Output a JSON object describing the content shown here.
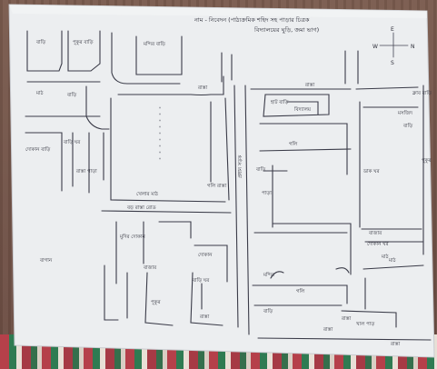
{
  "header": {
    "title_line1": "নাম - নিবেদন (পাঠ্যক্রমিক শহিদ সহ পাড়ার চিত্রক",
    "title_line2": "বিদ্যালয়ের ঘুড়ি, জমা ভাগ)"
  },
  "compass": {
    "north": "N",
    "south": "S",
    "east": "E",
    "west": "W"
  },
  "labels": {
    "top_left_block": "বাড়ি",
    "top_left_block_2": "পুকুর বাড়ি",
    "top_mid_block": "মন্দির বাড়ি",
    "top_center_street": "রাস্তা",
    "left_block_a": "মাঠ",
    "left_block_b": "বাড়ি",
    "left_side": "দোকান বাড়ি",
    "left_mid_house": "বাড়ি ঘর",
    "left_vertical_street": "রাস্তা পাড়া",
    "center_field": "খেলার মাঠ",
    "center_street_low": "বড় রাস্তা রোড",
    "center_street_mid": "গলি রাস্তা",
    "center_bottom_a": "মুদির দোকান",
    "center_bottom_b": "দোকান",
    "center_bottom_c": "বাজার",
    "center_bottom_d": "বাড়ি ঘর",
    "center_bottom_e": "পুকুর",
    "center_bottom_f": "রাস্তা",
    "left_bottom": "বাগান",
    "main_road": "প্রধান সড়ক",
    "right_top_street": "রাস্তা",
    "right_top_block": "হাট বাড়ি",
    "right_building": "বিদ্যালয়",
    "right_side": "মসজিদ",
    "right_far": "ক্লাব বাড়ি",
    "right_mid_a": "গলি",
    "right_mid_b": "বাড়ি",
    "right_mid_c": "পাড়া",
    "right_mid_d": "ডাক ঘর",
    "right_lower_a": "বাজার",
    "right_lower_b": "দোকান ঘর",
    "right_lower_c": "মাঠ",
    "right_bottom_a": "মন্দির",
    "right_bottom_b": "গলি",
    "right_bottom_c": "বাড়ি",
    "right_bottom_d": "রাস্তা",
    "right_bottom_e": "খাল পাড়",
    "right_bottom_street": "রাস্তা",
    "bottom_road": "রাস্তা",
    "far_right_side": "বাড়ি",
    "far_right_mid": "পুকুর",
    "far_right_lower": "মাঠ"
  }
}
